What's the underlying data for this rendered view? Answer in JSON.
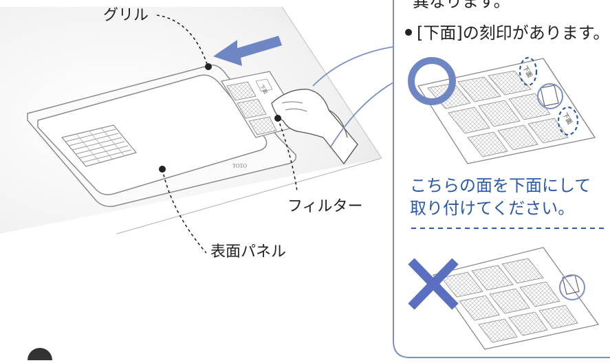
{
  "labels": {
    "grille": "グリル",
    "filter": "フィルター",
    "surface_panel": "表面パネル",
    "brand": "TOTO"
  },
  "callout": {
    "top_text": "異なります。",
    "bullet_text": "[下面]の刻印があります。",
    "stamp_text": "下面",
    "instruction_line1": "こちらの面を下面にして",
    "instruction_line2": "取り付けてください。"
  },
  "colors": {
    "accent_blue": "#2a59a6",
    "frame_blue": "#7a8fc4",
    "arrow_blue": "#6f86c4",
    "wrong_mark": "#5a6fc0",
    "line_gray": "#888888"
  }
}
